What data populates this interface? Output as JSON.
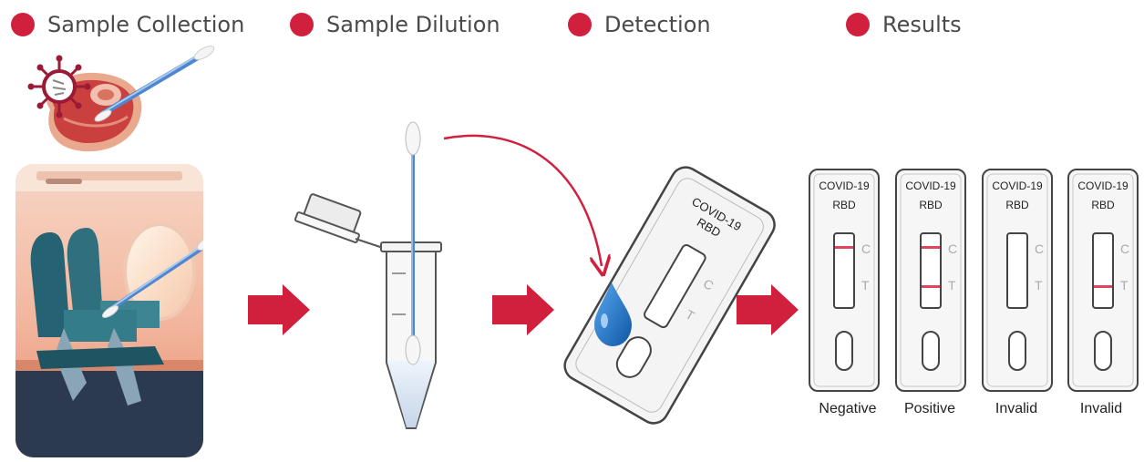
{
  "steps": [
    {
      "title": "Sample Collection"
    },
    {
      "title": "Sample Dilution"
    },
    {
      "title": "Detection"
    },
    {
      "title": "Results"
    }
  ],
  "detection_cassette": {
    "label_line1": "COVID-19",
    "label_line2": "RBD",
    "c_mark": "C",
    "t_mark": "T"
  },
  "results": [
    {
      "line1": "COVID-19",
      "line2": "RBD",
      "c_mark": "C",
      "t_mark": "T",
      "label": "Negative",
      "c_line": true,
      "t_line": false
    },
    {
      "line1": "COVID-19",
      "line2": "RBD",
      "c_mark": "C",
      "t_mark": "T",
      "label": "Positive",
      "c_line": true,
      "t_line": true
    },
    {
      "line1": "COVID-19",
      "line2": "RBD",
      "c_mark": "C",
      "t_mark": "T",
      "label": "Invalid",
      "c_line": false,
      "t_line": false
    },
    {
      "line1": "COVID-19",
      "line2": "RBD",
      "c_mark": "C",
      "t_mark": "T",
      "label": "Invalid",
      "c_line": false,
      "t_line": true
    }
  ],
  "colors": {
    "accent": "#d11f3e",
    "swab_blue": "#6fa2dc",
    "droplet": "#1c6fc4",
    "seat": "#2f6f7e"
  }
}
